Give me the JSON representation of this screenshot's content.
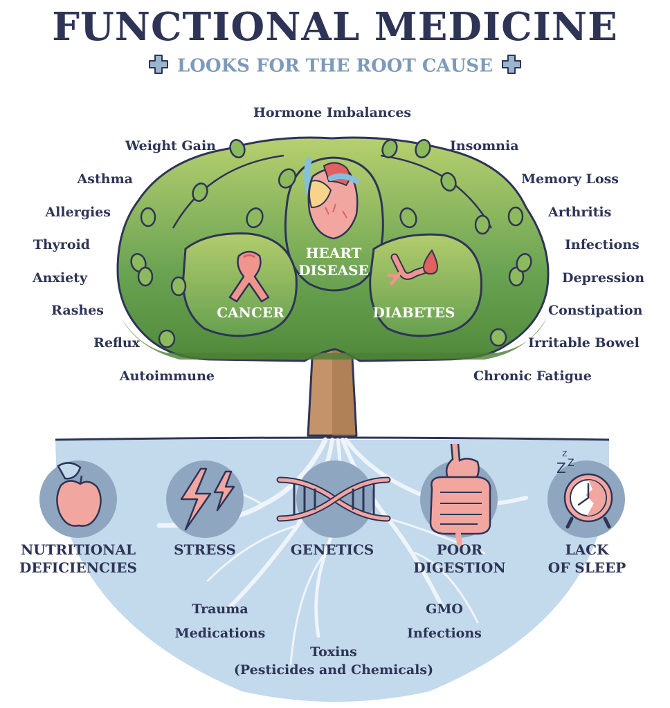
{
  "header": {
    "title": "FUNCTIONAL MEDICINE",
    "subtitle": "LOOKS FOR THE ROOT CAUSE",
    "subtitle_icon": "medical-cross-icon"
  },
  "colors": {
    "title": "#2e3456",
    "subtitle": "#7d9ab8",
    "canopy": "#6aa352",
    "canopy_light": "#b5cf6e",
    "trunk": "#c4936a",
    "ground": "#c3d9ec",
    "icon_circle": "#8ea6c0",
    "accent_pink": "#f0a197"
  },
  "tree": {
    "top_label": "Hormone Imbalances",
    "left_symptoms": [
      "Weight Gain",
      "Asthma",
      "Allergies",
      "Thyroid",
      "Anxiety",
      "Rashes",
      "Reflux",
      "Autoimmune"
    ],
    "right_symptoms": [
      "Insomnia",
      "Memory Loss",
      "Arthritis",
      "Infections",
      "Depression",
      "Constipation",
      "Irritable Bowel",
      "Chronic Fatigue"
    ],
    "diseases": [
      {
        "label_line1": "CANCER",
        "label_line2": "",
        "icon": "awareness-ribbon-icon"
      },
      {
        "label_line1": "HEART",
        "label_line2": "DISEASE",
        "icon": "heart-organ-icon"
      },
      {
        "label_line1": "DIABETES",
        "label_line2": "",
        "icon": "blood-vessel-drop-icon"
      }
    ]
  },
  "roots": {
    "causes": [
      {
        "line1": "NUTRITIONAL",
        "line2": "DEFICIENCIES",
        "icon": "apple-icon"
      },
      {
        "line1": "STRESS",
        "line2": "",
        "icon": "lightning-bolt-icon"
      },
      {
        "line1": "GENETICS",
        "line2": "",
        "icon": "dna-icon"
      },
      {
        "line1": "POOR",
        "line2": "DIGESTION",
        "icon": "digestive-system-icon"
      },
      {
        "line1": "LACK",
        "line2": "OF SLEEP",
        "icon": "alarm-clock-icon"
      }
    ],
    "factors": {
      "trauma": "Trauma",
      "medications": "Medications",
      "gmo": "GMO",
      "infections": "Infections",
      "toxins": "Toxins",
      "toxins_detail": "(Pesticides and Chemicals)"
    }
  }
}
